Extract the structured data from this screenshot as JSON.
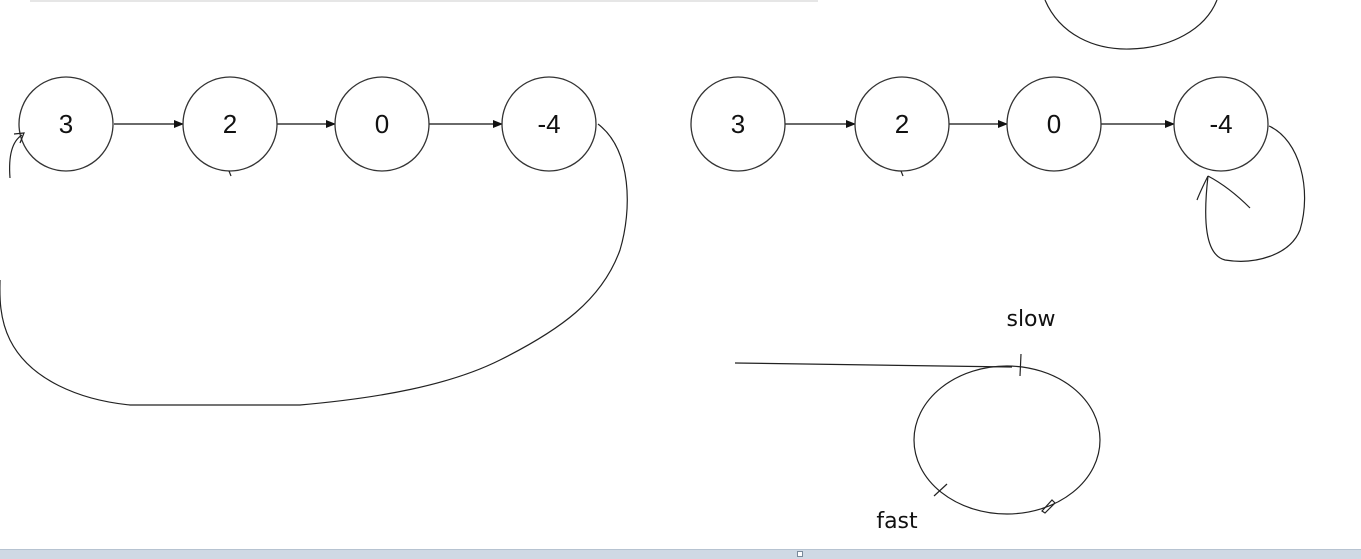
{
  "diagram1": {
    "nodes": [
      "3",
      "2",
      "0",
      "-4"
    ]
  },
  "diagram2": {
    "nodes": [
      "3",
      "2",
      "0",
      "-4"
    ]
  },
  "sketch": {
    "slow_label": "slow",
    "fast_label": "fast"
  }
}
